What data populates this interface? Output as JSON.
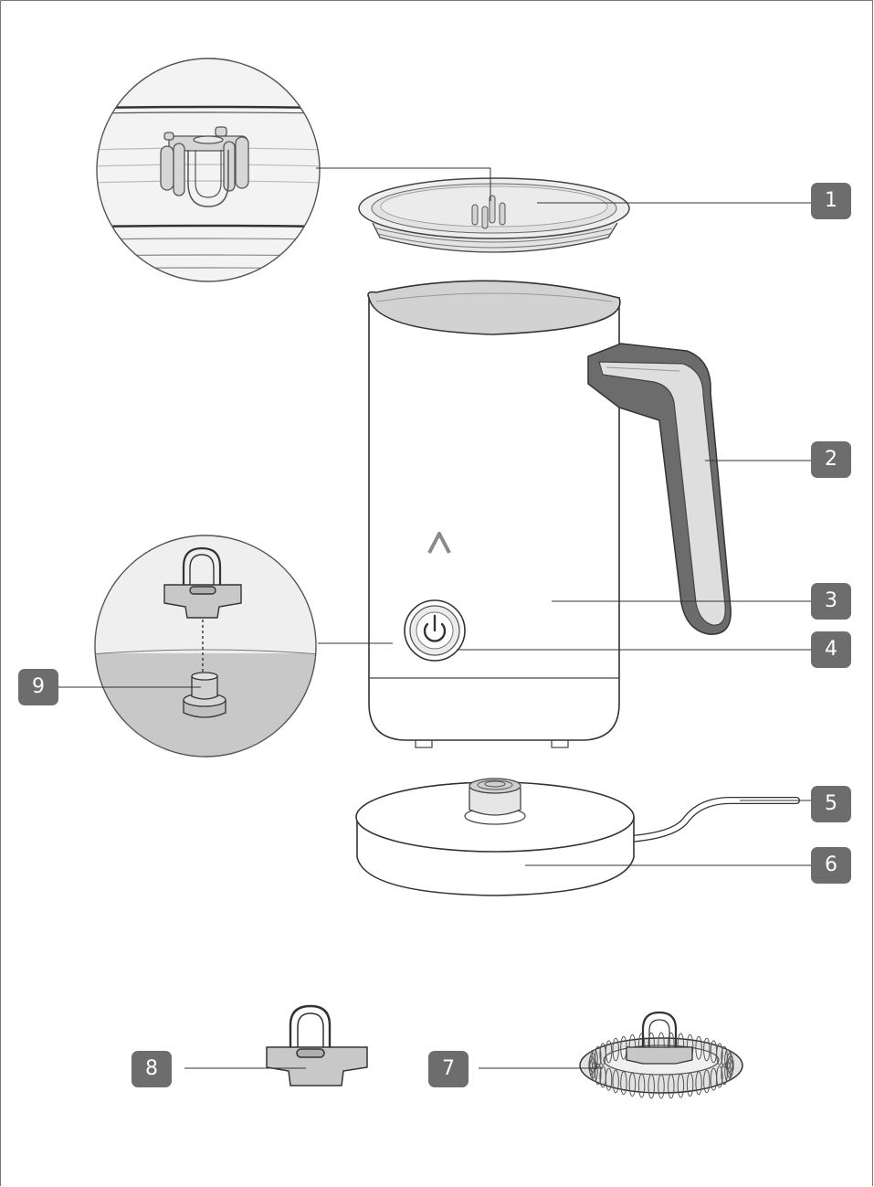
{
  "colors": {
    "outline": "#2b2b2b",
    "badge_fill": "#6d6d6d",
    "badge_text": "#ffffff",
    "light_gray": "#dcdcdc",
    "mid_gray": "#c4c4c4",
    "dark_gray": "#6a6a6a",
    "frame": "#555555"
  },
  "labels": [
    {
      "id": "1",
      "part": "lid"
    },
    {
      "id": "2",
      "part": "handle"
    },
    {
      "id": "3",
      "part": "jug-body"
    },
    {
      "id": "4",
      "part": "power-button"
    },
    {
      "id": "5",
      "part": "power-cord"
    },
    {
      "id": "6",
      "part": "power-base"
    },
    {
      "id": "7",
      "part": "frothing-whisk"
    },
    {
      "id": "8",
      "part": "stirring-whisk"
    },
    {
      "id": "9",
      "part": "whisk-mount-pin"
    }
  ]
}
